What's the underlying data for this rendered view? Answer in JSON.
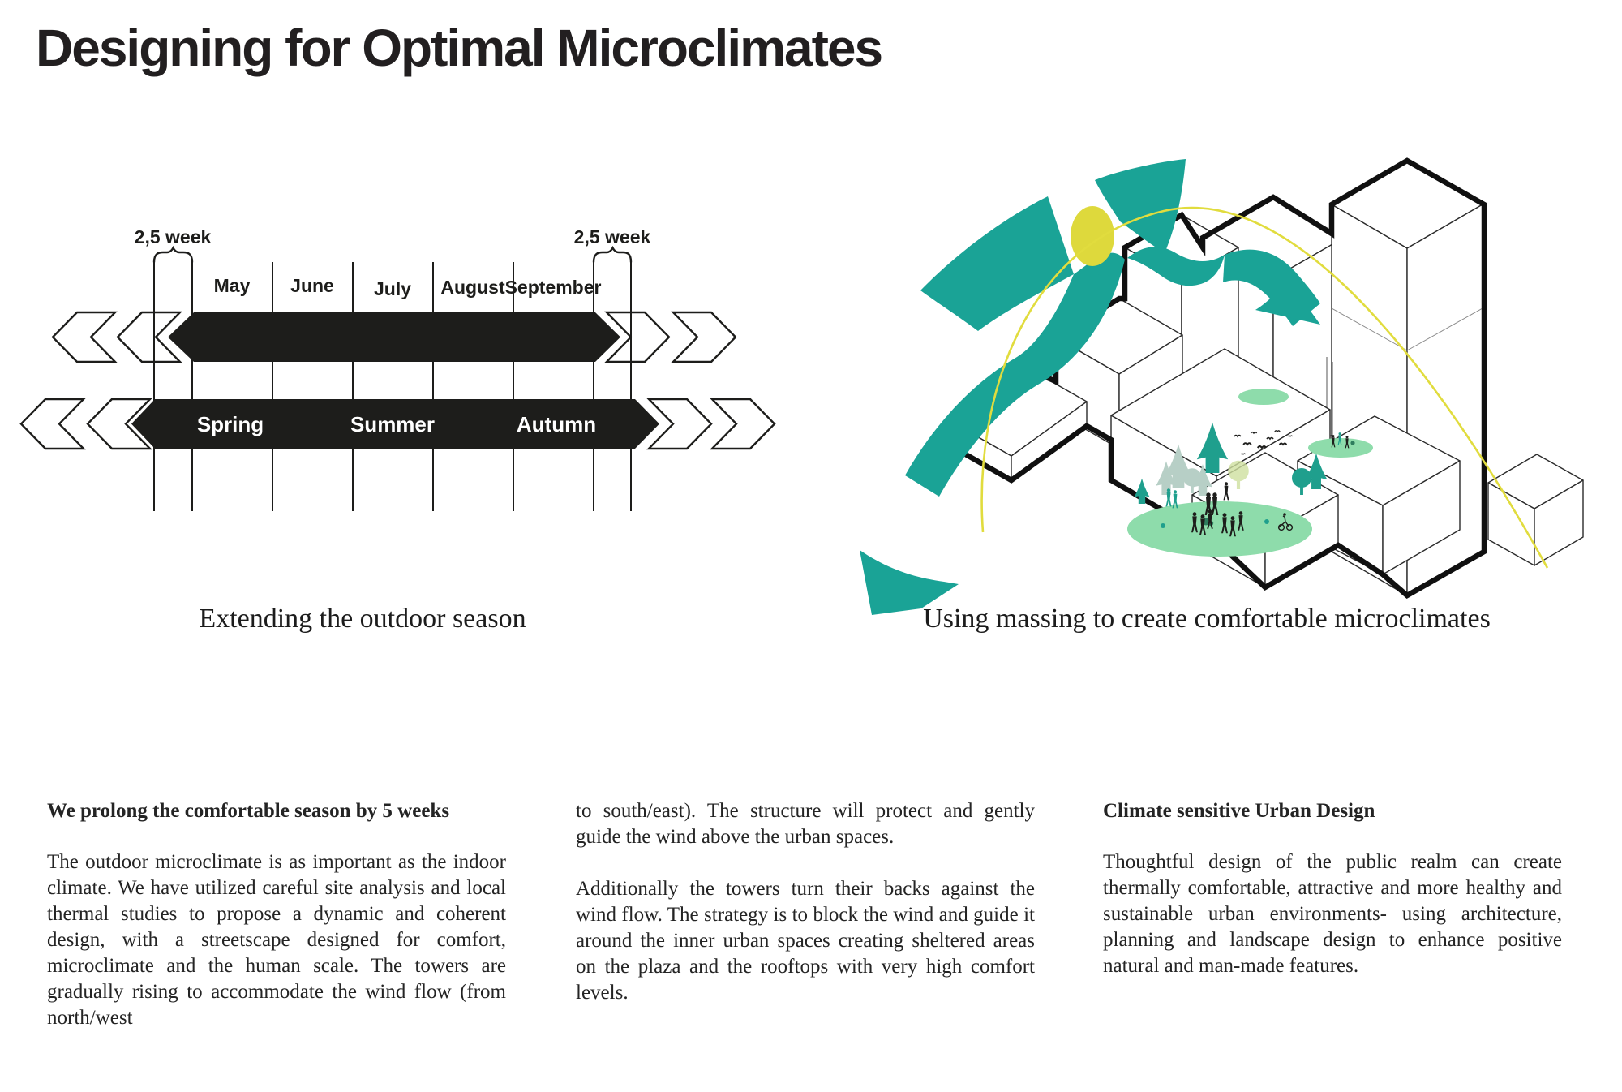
{
  "title": "Designing for Optimal Microclimates",
  "timeline": {
    "week_label_left": "2,5 week",
    "week_label_right": "2,5 week",
    "months": [
      "May",
      "June",
      "July",
      "August",
      "September"
    ],
    "seasons": [
      "Spring",
      "Summer",
      "Autumn"
    ],
    "caption": "Extending the outdoor season"
  },
  "massing": {
    "caption": "Using massing to create comfortable microclimates"
  },
  "columns": [
    {
      "heading": "We prolong the comfortable season by 5 weeks",
      "paragraphs": [
        "The outdoor microclimate is as important as the indoor climate. We have utilized careful site analysis and local thermal studies to propose a dynamic and coherent design, with a streetscape designed for comfort, microclimate and the human scale.  The towers are gradually rising to accommodate the wind flow (from north/west"
      ]
    },
    {
      "heading": "",
      "paragraphs": [
        "to south/east).   The structure will protect and gently guide the wind above the urban spaces.",
        "Additionally the towers turn their backs against the wind flow. The strategy is to block the wind and guide it around the inner urban spaces creating sheltered areas on the plaza and the rooftops with very high comfort levels."
      ]
    },
    {
      "heading": "Climate sensitive Urban Design",
      "paragraphs": [
        "Thoughtful design of the public realm can create thermally comfortable, attractive and more healthy and sustainable urban environments- using architecture, planning and landscape design to enhance positive natural and man-made features."
      ]
    }
  ],
  "icons": {
    "chevron_left": "chevron-left-icon",
    "chevron_right": "chevron-right-icon",
    "sun": "sun-icon",
    "wind": "wind-arrow-icon",
    "brace": "brace-icon"
  },
  "colors": {
    "band_black": "#1d1d1b",
    "teal": "#1aa396",
    "sun_yellow": "#ded93c",
    "mint_green": "#8edcab",
    "pale_tree": "#b7cfc6"
  }
}
